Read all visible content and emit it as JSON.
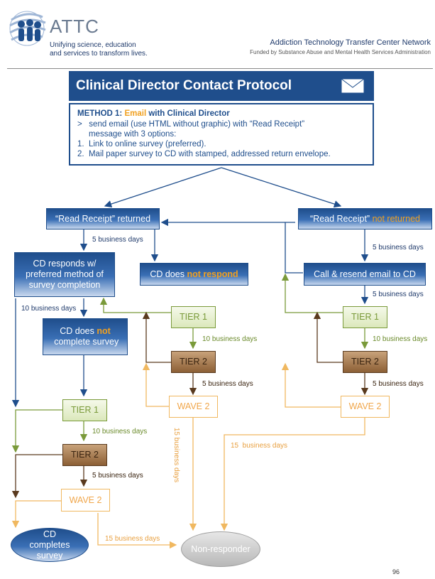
{
  "header": {
    "logo_text": "ATTC",
    "tagline_1": "Unifying science, education",
    "tagline_2": "and services to transform lives.",
    "org_name": "Addiction Technology Transfer Center Network",
    "org_sub": "Funded by Substance Abuse and Mental Health Services Administration"
  },
  "title": "Clinical Director Contact Protocol",
  "method": {
    "label_prefix": "METHOD 1: ",
    "label_highlight": "Email",
    "label_suffix": " with Clinical Director",
    "lines": [
      ">   send email (use HTML without graphic) with “Read Receipt”",
      "     message with 3 options:",
      "1.  Link to online survey (preferred).",
      "2.  Mail paper survey to CD with stamped, addressed return envelope."
    ]
  },
  "nodes": {
    "read_returned": "“Read Receipt” returned",
    "read_not_prefix": "“Read Receipt” ",
    "read_not_highlight": "not returned",
    "cd_responds": "CD responds w/ preferred method of survey completion",
    "cd_not_respond_prefix": "CD does ",
    "cd_not_respond_highlight": "not respond",
    "call_resend": "Call & resend email to CD",
    "cd_not_complete_prefix": "CD does ",
    "cd_not_complete_highlight": "not",
    "cd_not_complete_suffix": " complete survey",
    "tier1": "TIER 1",
    "tier2": "TIER 2",
    "wave2": "WAVE 2",
    "cd_completes": "CD completes survey",
    "non_responder": "Non-responder"
  },
  "labels": {
    "five_bd": "5 business days",
    "ten_bd": "10 business days",
    "fifteen_bd": "15 business days",
    "fifteen_bd_spaced": "15  business days"
  },
  "page_number": "96",
  "colors": {
    "navy": "#1f4e8c",
    "green": "#7a9a3a",
    "brown": "#5a3a1e",
    "orange": "#f0b860",
    "highlight": "#f0a020",
    "grey": "#a0a0a0"
  }
}
